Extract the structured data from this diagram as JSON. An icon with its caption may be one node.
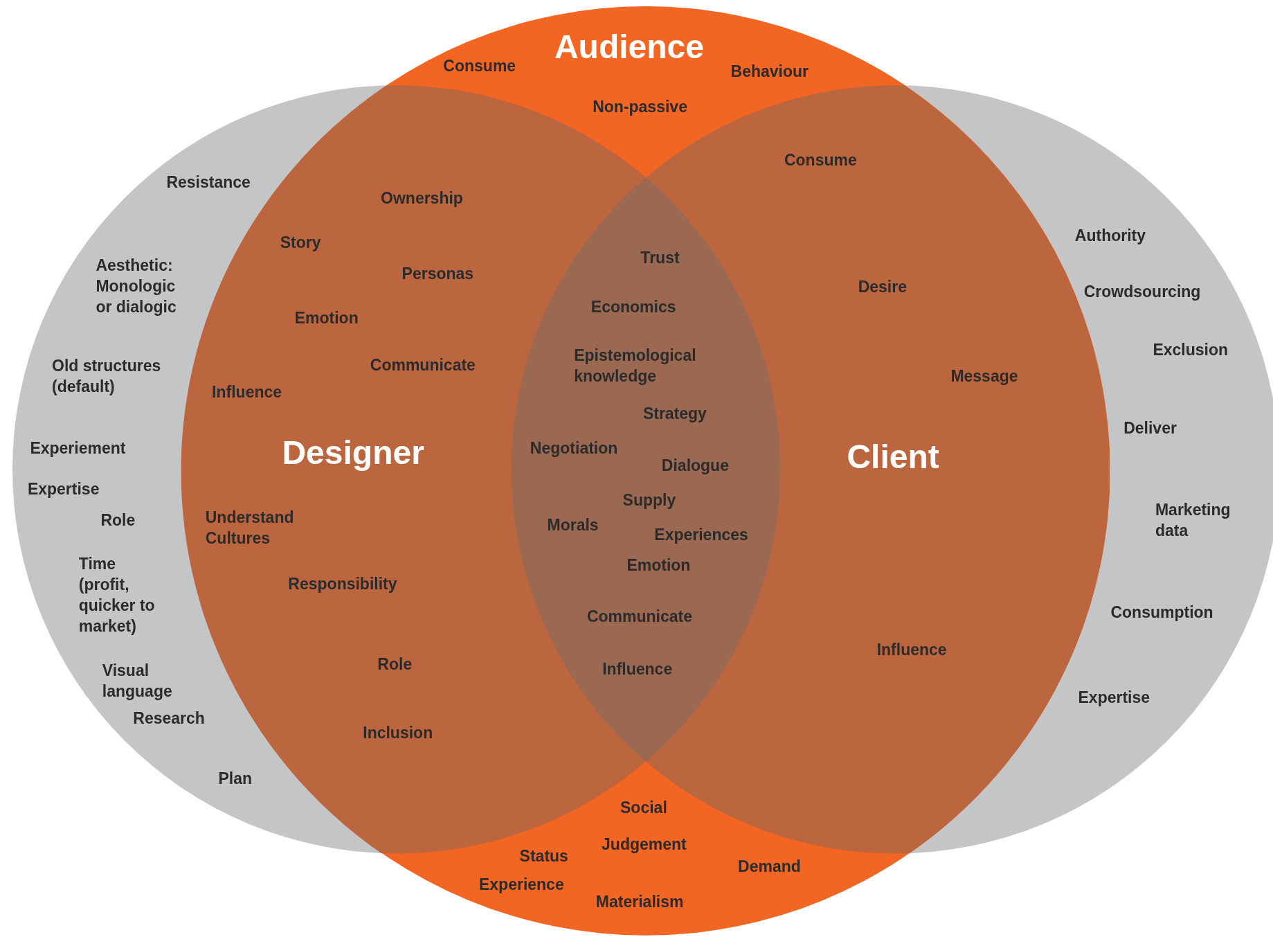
{
  "diagram": {
    "nodes": [
      {
        "text": [
          "Audience"
        ]
      },
      {
        "text": [
          "Designer"
        ]
      },
      {
        "text": [
          "Client"
        ]
      }
    ],
    "labels": [
      "Consume",
      "Behaviour",
      "Non-passive",
      "Resistance",
      "Ownership",
      "Consume",
      "Authority",
      "Story",
      "Aesthetic: Monologic or dialogic",
      "Trust",
      "Personas",
      "Desire",
      "Crowdsourcing",
      "Economics",
      "Emotion",
      "Exclusion",
      "Epistemological knowledge",
      "Communicate",
      "Old structures (default)",
      "Message",
      "Influence",
      "Strategy",
      "Deliver",
      "Negotiation",
      "Experiement",
      "Dialogue",
      "Expertise",
      "Supply",
      "Marketing data",
      "Role",
      "Understand Cultures",
      "Morals",
      "Experiences",
      "Emotion",
      "Time (profit, quicker to market)",
      "Responsibility",
      "Consumption",
      "Communicate",
      "Influence",
      "Role",
      "Influence",
      "Visual language",
      "Expertise",
      "Research",
      "Inclusion",
      "Plan",
      "Social",
      "Judgement",
      "Status",
      "Demand",
      "Experience",
      "Materialism"
    ]
  }
}
